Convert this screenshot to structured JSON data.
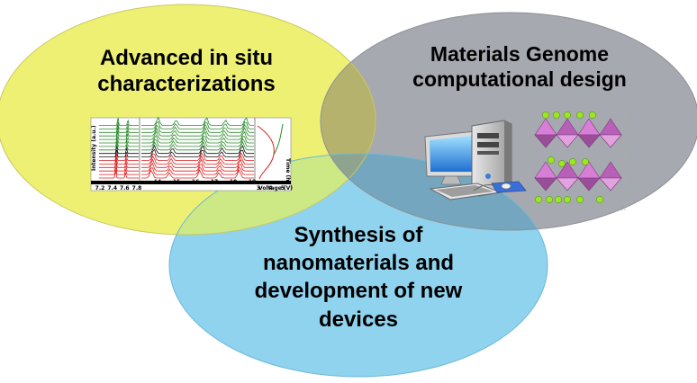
{
  "circles": {
    "insitu": {
      "lines": [
        "Advanced in situ",
        "characterizations"
      ],
      "color": "#EEF073"
    },
    "genome": {
      "lines": [
        "Materials  Genome",
        "computational design"
      ],
      "color": "#A6A9B0"
    },
    "synthesis": {
      "lines": [
        "Synthesis of",
        "nanomaterials and",
        "development of new",
        "devices"
      ],
      "color": "#8FD3EE"
    }
  },
  "inset_plot": {
    "ylabel": "Intensity (a.u.)",
    "panel_ticks": [
      [
        "7.2",
        "7.4",
        "7.6",
        "7.8"
      ],
      [
        "14",
        "15",
        "16",
        "17",
        "18",
        "19"
      ],
      [
        "3",
        "4",
        "5"
      ]
    ],
    "right_axis_label": "Time (h)",
    "xlabel": "Voltage (V)",
    "green_color": "#2E8B2E",
    "black_color": "#111111",
    "red_color": "#E02020"
  },
  "icons": [
    "computer-icon",
    "crystal-structure-icon"
  ]
}
